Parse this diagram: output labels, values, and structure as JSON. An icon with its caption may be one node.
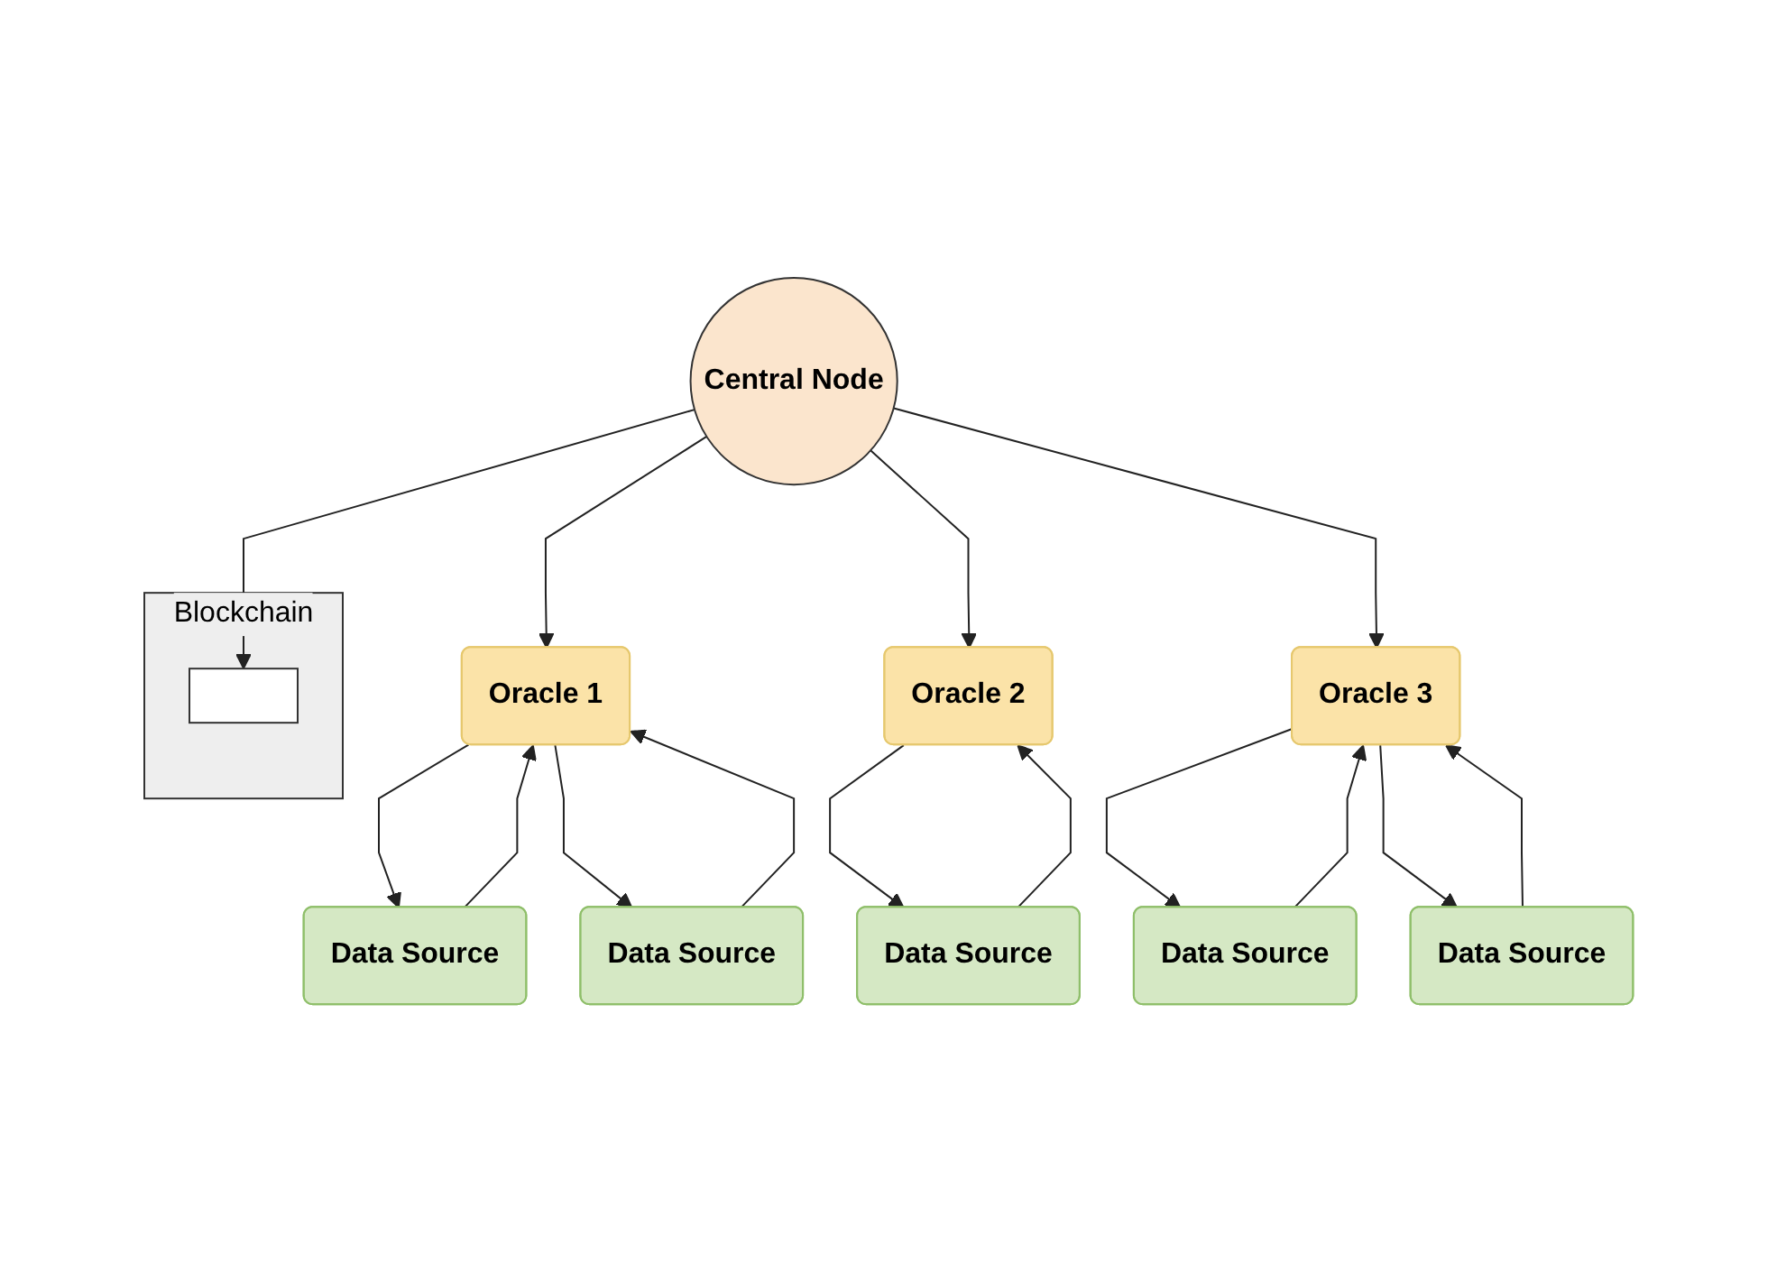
{
  "diagram": {
    "nodes": [
      {
        "text": [
          "Blockchain"
        ]
      },
      {
        "text": [],
        "shape": "box",
        "in": 0
      },
      {
        "text": [
          "Central Node"
        ]
      },
      {
        "text": [
          "Oracle 1"
        ]
      },
      {
        "text": [
          "Oracle 2"
        ]
      },
      {
        "text": [
          "Oracle 3"
        ]
      },
      {
        "text": [
          "Data Source"
        ]
      },
      {
        "text": [
          "Data Source"
        ]
      },
      {
        "text": [
          "Data Source"
        ]
      },
      {
        "text": [
          "Data Source"
        ]
      },
      {
        "text": [
          "Data Source"
        ]
      }
    ],
    "edges": [
      {
        "from": 2,
        "to": 1,
        "arrow": "to"
      },
      {
        "from": 2,
        "to": 3,
        "arrow": "to"
      },
      {
        "from": 2,
        "to": 4,
        "arrow": "to"
      },
      {
        "from": 2,
        "to": 5,
        "arrow": "to"
      },
      {
        "from": 6,
        "to": 3,
        "arrow": "to"
      },
      {
        "from": 3,
        "to": 6,
        "arrow": "to"
      },
      {
        "from": 3,
        "to": 7,
        "arrow": "to"
      },
      {
        "from": 7,
        "to": 3,
        "arrow": "to"
      },
      {
        "from": 4,
        "to": 8,
        "arrow": "to"
      },
      {
        "from": 8,
        "to": 4,
        "arrow": "to"
      },
      {
        "from": 9,
        "to": 5,
        "arrow": "to"
      },
      {
        "from": 5,
        "to": 9,
        "arrow": "to"
      },
      {
        "from": 5,
        "to": 10,
        "arrow": "to"
      },
      {
        "from": 10,
        "to": 5,
        "arrow": "to"
      }
    ]
  }
}
